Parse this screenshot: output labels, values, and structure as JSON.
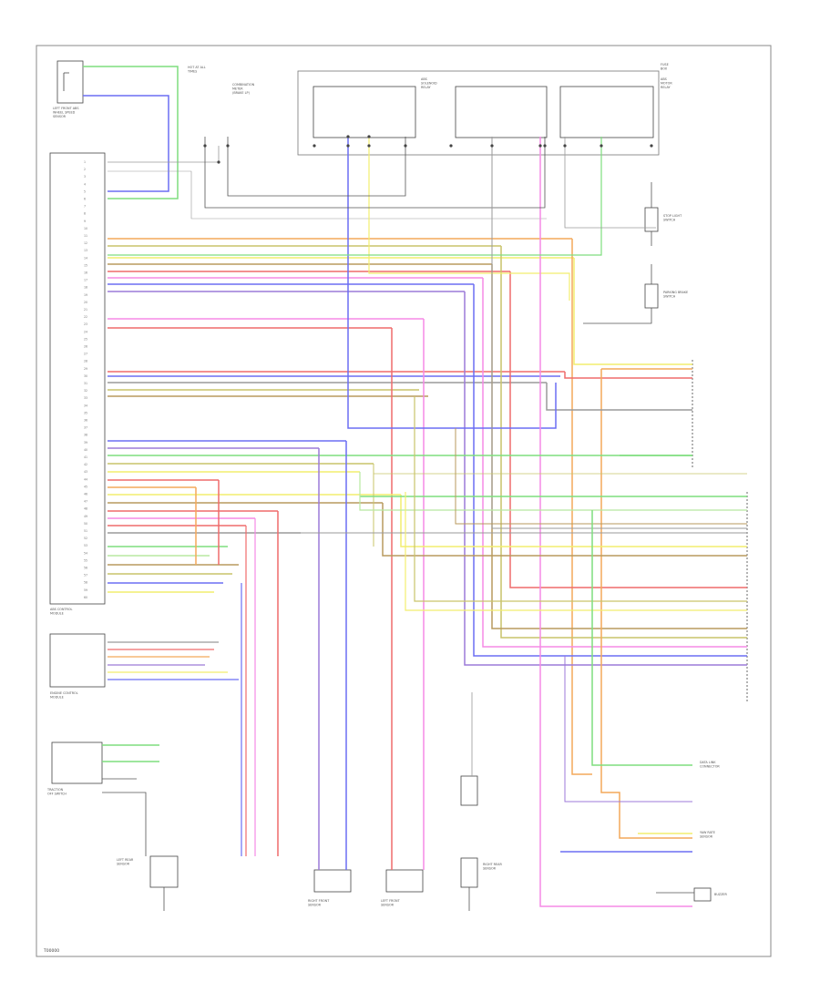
{
  "diagram": {
    "footer_code": "T00000",
    "components": {
      "switch_top_left": [
        "LEFT FRONT ABS",
        "WHEEL SPEED",
        "SENSOR"
      ],
      "ignition_label": [
        "HOT AT ALL",
        "TIMES"
      ],
      "combination_meter": [
        "COMBINATION",
        "METER",
        "(BRAKE LP)"
      ],
      "abs_relay_1": [
        "ABS",
        "SOLENOID",
        "RELAY"
      ],
      "abs_relay_2": [
        "ABS",
        "MOTOR",
        "RELAY"
      ],
      "fuse_box": [
        "FUSE",
        "BOX"
      ],
      "stop_switch": [
        "STOP LIGHT",
        "SWITCH"
      ],
      "parking_switch": [
        "PARKING BRAKE",
        "SWITCH"
      ],
      "abs_control": [
        "ABS CONTROL",
        "MODULE"
      ],
      "engine_control": [
        "ENGINE CONTROL",
        "MODULE"
      ],
      "traction_switch": [
        "TRACTION",
        "OFF SWITCH"
      ],
      "left_rear_sensor": [
        "LEFT REAR",
        "SENSOR"
      ],
      "rf_sensor": [
        "RIGHT FRONT",
        "SENSOR"
      ],
      "lf_sensor": [
        "LEFT FRONT",
        "SENSOR"
      ],
      "rr_sensor": [
        "RIGHT REAR",
        "SENSOR"
      ],
      "diag_connector": [
        "DATA LINK",
        "CONNECTOR"
      ],
      "yaw_sensor": [
        "YAW RATE",
        "SENSOR"
      ],
      "buzzer": [
        "BUZZER"
      ]
    },
    "wire_colors": {
      "orange": "#f4a95a",
      "yellow": "#f2ee6e",
      "pink": "#f58ae6",
      "blue": "#6b6ef3",
      "red": "#ef6b6b",
      "green": "#7fde7f",
      "brown": "#b89a5e",
      "olive": "#c9c46a",
      "gray": "#9a9a9a",
      "dark": "#555555",
      "purple": "#9c7ad8",
      "lightgreen": "#b8e8a0"
    }
  }
}
